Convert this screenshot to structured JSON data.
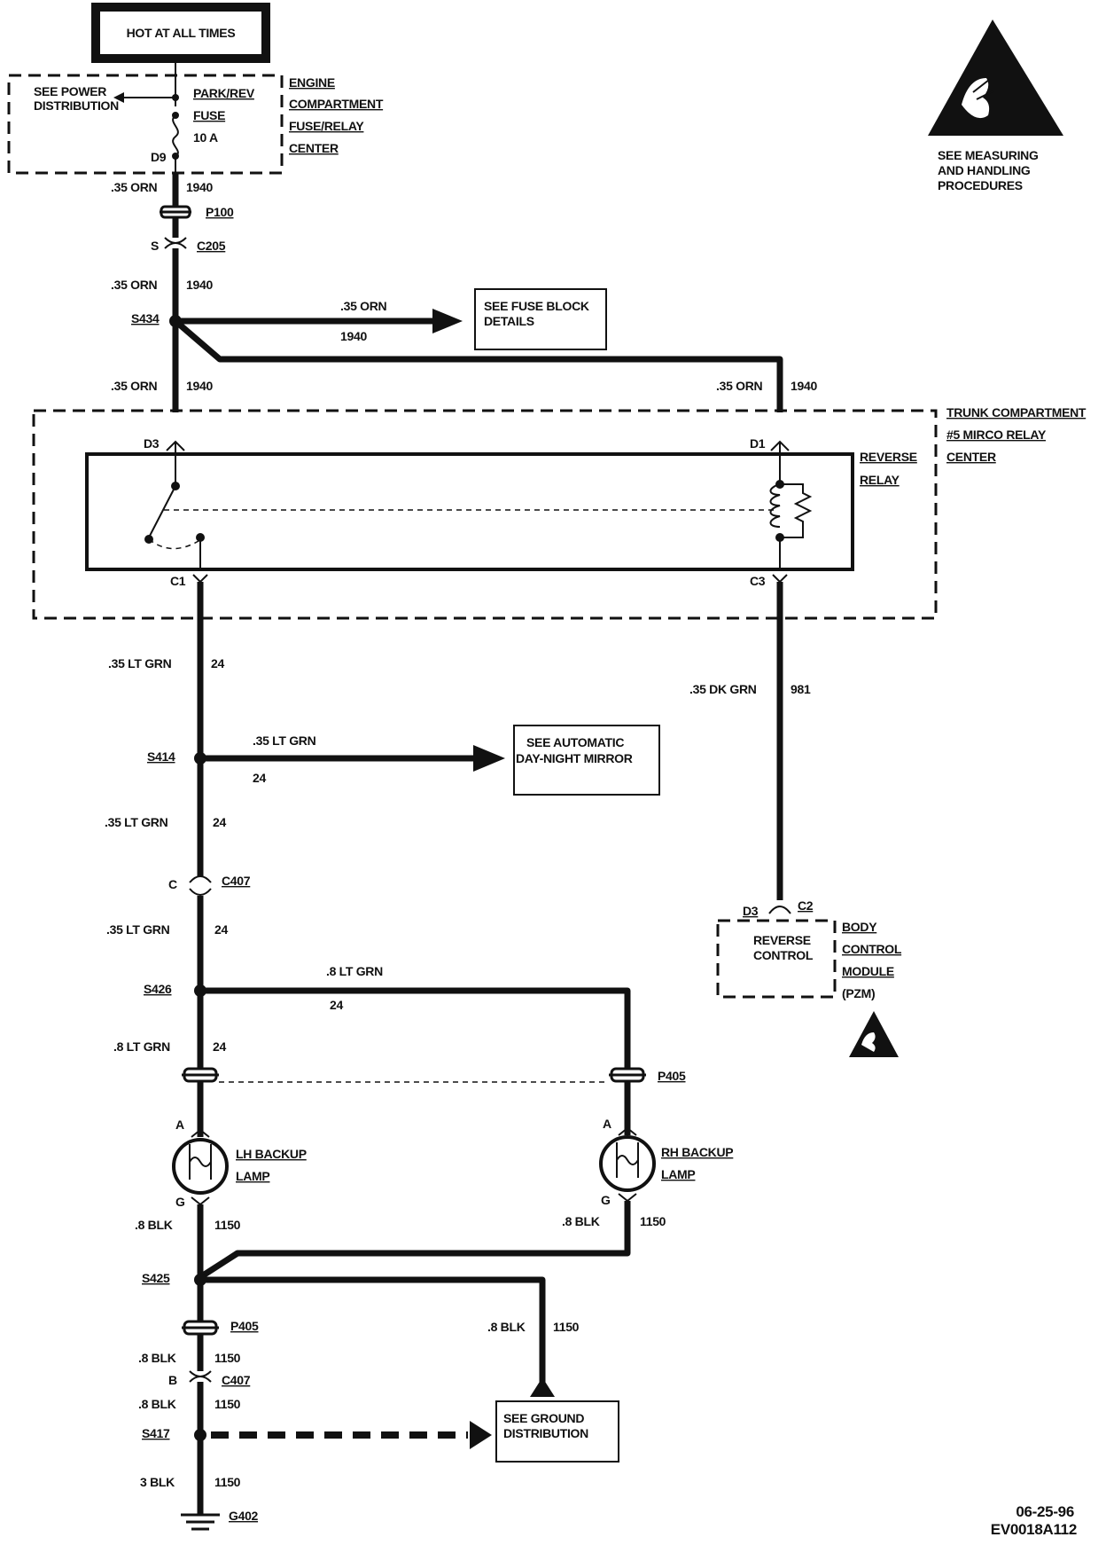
{
  "header": {
    "hot_at_all_times": "HOT AT ALL TIMES",
    "esd_note_line1": "SEE MEASURING",
    "esd_note_line2": "AND HANDLING",
    "esd_note_line3": "PROCEDURES"
  },
  "fuse_center": {
    "see_power_line1": "SEE POWER",
    "see_power_line2": "DISTRIBUTION",
    "fuse_line1": "PARK/REV",
    "fuse_line2": "FUSE",
    "fuse_line3": "10 A",
    "terminal": "D9",
    "label_line1": "ENGINE",
    "label_line2": "COMPARTMENT",
    "label_line3": "FUSE/RELAY",
    "label_line4": "CENTER"
  },
  "connectors": {
    "p100": "P100",
    "c205": "C205",
    "c205_pin": "S",
    "s434": "S434",
    "s414": "S414",
    "c407_top": "C407",
    "c407_top_pin": "C",
    "s426": "S426",
    "p405_right": "P405",
    "s425": "S425",
    "p405_bottom": "P405",
    "c407_bottom": "C407",
    "c407_bottom_pin": "B",
    "s417": "S417",
    "g402": "G402"
  },
  "wires": {
    "orn_035": ".35 ORN",
    "circuit_1940": "1940",
    "ltgrn_035": ".35 LT GRN",
    "circuit_24": "24",
    "dkgrn_035": ".35 DK GRN",
    "circuit_981": "981",
    "ltgrn_8": ".8 LT GRN",
    "blk_8": ".8 BLK",
    "circuit_1150": "1150",
    "blk_3": "3 BLK"
  },
  "boxes": {
    "fuse_block_line1": "SEE FUSE BLOCK",
    "fuse_block_line2": "DETAILS",
    "mirror_line1": "SEE AUTOMATIC",
    "mirror_line2": "DAY-NIGHT MIRROR",
    "ground_line1": "SEE GROUND",
    "ground_line2": "DISTRIBUTION"
  },
  "relay_center": {
    "label_line1": "TRUNK COMPARTMENT",
    "label_line2": "#5 MIRCO RELAY",
    "label_line3": "CENTER",
    "relay_line1": "REVERSE",
    "relay_line2": "RELAY",
    "pin_d3": "D3",
    "pin_d1": "D1",
    "pin_c1": "C1",
    "pin_c3": "C3"
  },
  "bcm": {
    "pin_d3": "D3",
    "pin_c2": "C2",
    "function_line1": "REVERSE",
    "function_line2": "CONTROL",
    "label_line1": "BODY",
    "label_line2": "CONTROL",
    "label_line3": "MODULE",
    "label_line4": "(PZM)"
  },
  "lamps": {
    "lh_line1": "LH BACKUP",
    "lh_line2": "LAMP",
    "rh_line1": "RH BACKUP",
    "rh_line2": "LAMP",
    "pin_a": "A",
    "pin_g": "G"
  },
  "footer": {
    "date": "06-25-96",
    "code": "EV0018A112"
  }
}
